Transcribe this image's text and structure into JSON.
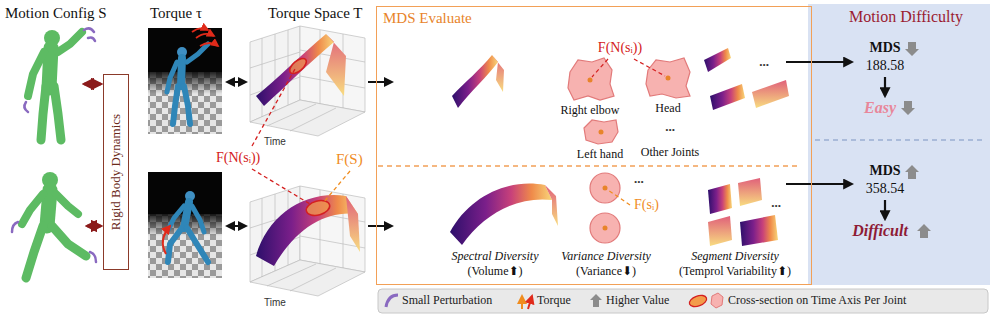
{
  "diagram": {
    "nodes": [
      {
        "text": [
          "Rigid Body Dynamics"
        ]
      },
      {
        "text": [
          "MDS Evaluate"
        ]
      },
      {
        "text": [
          "Motion Difficulty"
        ]
      }
    ],
    "labels": [
      "Motion Config S",
      "Torque τ",
      "Torque Space T",
      "Time",
      "Time",
      "F(N(sᵢ))",
      "F(S)",
      "F(N(sᵢ))",
      "Right elbow",
      "Head",
      "Left hand",
      "...",
      "Other Joints",
      "...",
      "...",
      "F(sᵢ)",
      "...",
      "Spectral Diversity",
      "(Volume⬆)",
      "Variance Diversity",
      "(Variance⬇)",
      "Segment Diversity",
      "(Temprol Variability⬆)",
      "MDS",
      "188.58",
      "Easy",
      "MDS",
      "358.54",
      "Difficult"
    ],
    "legend": [
      {
        "text": "Small Perturbation"
      },
      {
        "text": "Torque"
      },
      {
        "text": "Higher Value"
      },
      {
        "text": "Cross-section on Time Axis Per Joint"
      }
    ]
  }
}
